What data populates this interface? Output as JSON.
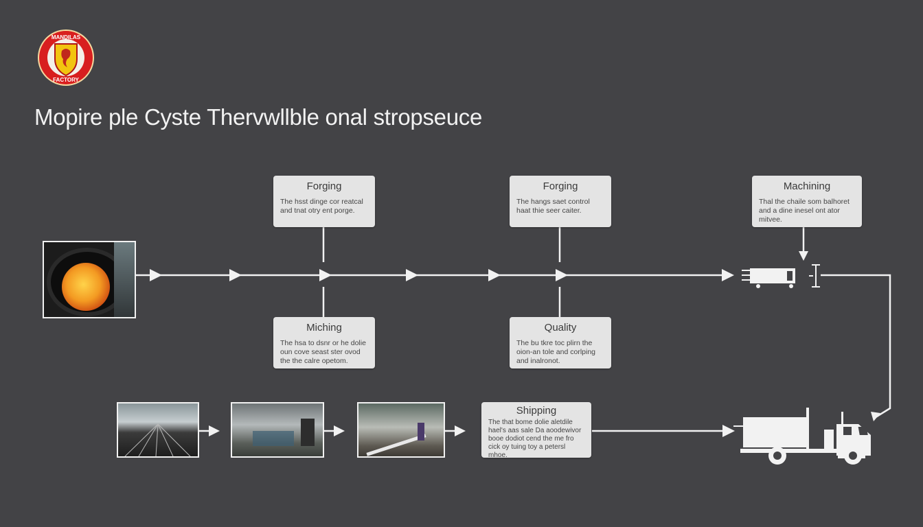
{
  "header": {
    "logo": {
      "icon": "factory-crest-logo",
      "colors": {
        "ring": "#d81f1f",
        "shield": "#f2c40f"
      }
    },
    "title": "Mopire ple Cyste Thervwllble onal stropseuce"
  },
  "theme": {
    "background": "#434346",
    "card": "#e4e4e4",
    "line": "#ffffff"
  },
  "steps": {
    "top": [
      {
        "title": "Forging",
        "desc": "The hsst dinge cor reatcal and tnat otry ent porge."
      },
      {
        "title": "Forging",
        "desc": "The hangs saet control haat thie seer caiter."
      },
      {
        "title": "Machining",
        "desc": "Thal the chaile som balhoret and a dine inesel ont ator mitvee."
      }
    ],
    "bottom": [
      {
        "title": "Miching",
        "desc": "The hsa to dsnr or he dolie oun cove seast ster ovod the the calre opetom."
      },
      {
        "title": "Quality",
        "desc": "The bu tkre toc plirn the oion-an tole and corlping and inalronot."
      }
    ],
    "shipping": {
      "title": "Shipping",
      "desc": "The that bome dolie aletdile hael's aas sale Da aoodewivor booe dodiot cend the me fro cick oy tuing toy a petersl mhoe."
    }
  },
  "images": [
    {
      "name": "furnace-photo",
      "caption": ""
    },
    {
      "name": "factory-line-photo",
      "caption": ""
    },
    {
      "name": "workshop-photo",
      "caption": ""
    },
    {
      "name": "welding-photo",
      "caption": ""
    }
  ],
  "icons": {
    "conveyor": "conveyor-machine-icon",
    "truck": "delivery-truck-icon"
  }
}
